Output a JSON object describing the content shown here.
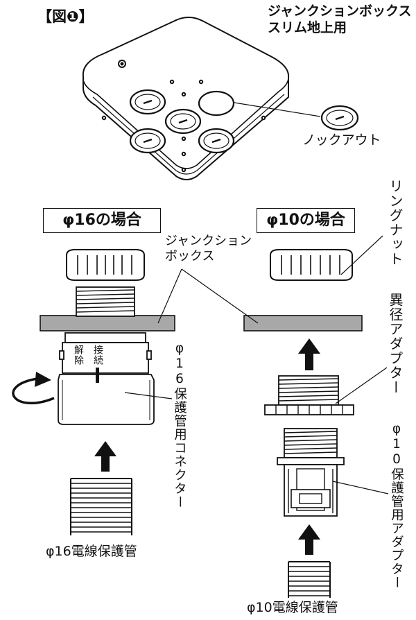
{
  "figure": {
    "figure_label": "【図❶】",
    "product_name_line1": "ジャンクションボックス",
    "product_name_line2": "スリム地上用",
    "knockout_label": "ノックアウト"
  },
  "case_16": {
    "title": "φ16の場合",
    "junction_box_line1": "ジャンクション",
    "junction_box_line2": "ボックス",
    "release_label": "解除",
    "connect_label": "接続",
    "connector_label": "φ16保護管用コネクター",
    "conduit_label": "φ16電線保護管"
  },
  "case_10": {
    "title": "φ10の場合",
    "ring_nut_label": "リングナット",
    "reducer_label": "異径アダプター",
    "adapter_label": "φ10保護管用アダプター",
    "conduit_label": "φ10電線保護管"
  },
  "colors": {
    "line": "#111111",
    "panel_gray": "#a8a8a8",
    "light_gray": "#e8e8e8"
  }
}
